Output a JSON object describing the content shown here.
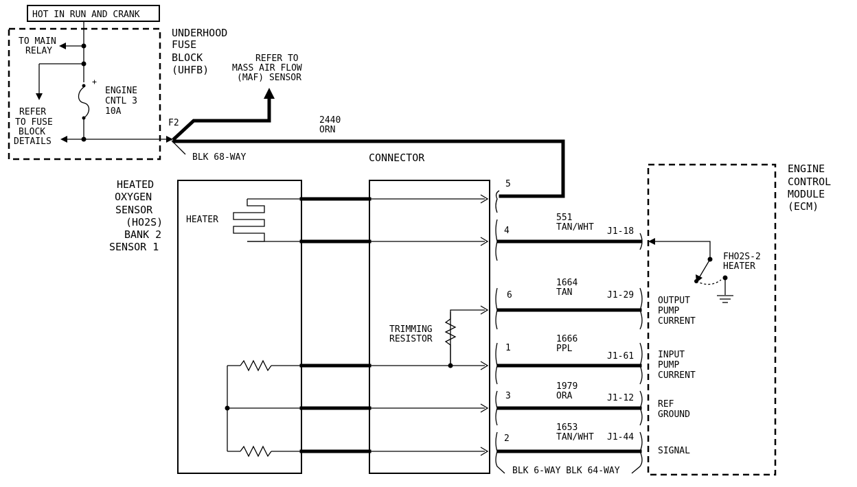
{
  "top_label": "HOT IN RUN AND CRANK",
  "ufb": {
    "title": [
      "UNDERHOOD",
      "FUSE",
      "BLOCK",
      "(UHFB)"
    ],
    "to_main_relay": [
      "TO MAIN",
      "RELAY"
    ],
    "refer_fuse": [
      "REFER",
      "TO FUSE",
      "BLOCK",
      "DETAILS"
    ],
    "fuse_label": [
      "ENGINE",
      "CNTL 3",
      "10A"
    ],
    "fuse_plus": "+"
  },
  "maf_ref": [
    "REFER TO",
    "MASS AIR FLOW",
    "(MAF) SENSOR"
  ],
  "f2": "F2",
  "blk68": "BLK 68-WAY",
  "main_wire": [
    "2440",
    "ORN"
  ],
  "connector_label": "CONNECTOR",
  "sensor": {
    "title": [
      "HEATED",
      "OXYGEN",
      "SENSOR",
      "(HO2S)",
      "BANK 2",
      "SENSOR 1"
    ],
    "heater": "HEATER",
    "trimming": [
      "TRIMMING",
      "RESISTOR"
    ]
  },
  "pins": [
    {
      "pin": "5"
    },
    {
      "pin": "4",
      "circuit": "551",
      "color": "TAN/WHT",
      "terminal": "J1-18"
    },
    {
      "pin": "6",
      "circuit": "1664",
      "color": "TAN",
      "terminal": "J1-29"
    },
    {
      "pin": "1",
      "circuit": "1666",
      "color": "PPL",
      "terminal": "J1-61"
    },
    {
      "pin": "3",
      "circuit": "1979",
      "color": "ORA",
      "terminal": "J1-12"
    },
    {
      "pin": "2",
      "circuit": "1653",
      "color": "TAN/WHT",
      "terminal": "J1-44"
    }
  ],
  "bottom_label": "BLK 6-WAY BLK 64-WAY",
  "ecm": {
    "title": [
      "ENGINE",
      "CONTROL",
      "MODULE",
      "(ECM)"
    ],
    "heater_switch": [
      "FHO2S-2",
      "HEATER"
    ],
    "output_pump": [
      "OUTPUT",
      "PUMP",
      "CURRENT"
    ],
    "input_pump": [
      "INPUT",
      "PUMP",
      "CURRENT"
    ],
    "ref_ground": [
      "REF",
      "GROUND"
    ],
    "signal": "SIGNAL"
  }
}
